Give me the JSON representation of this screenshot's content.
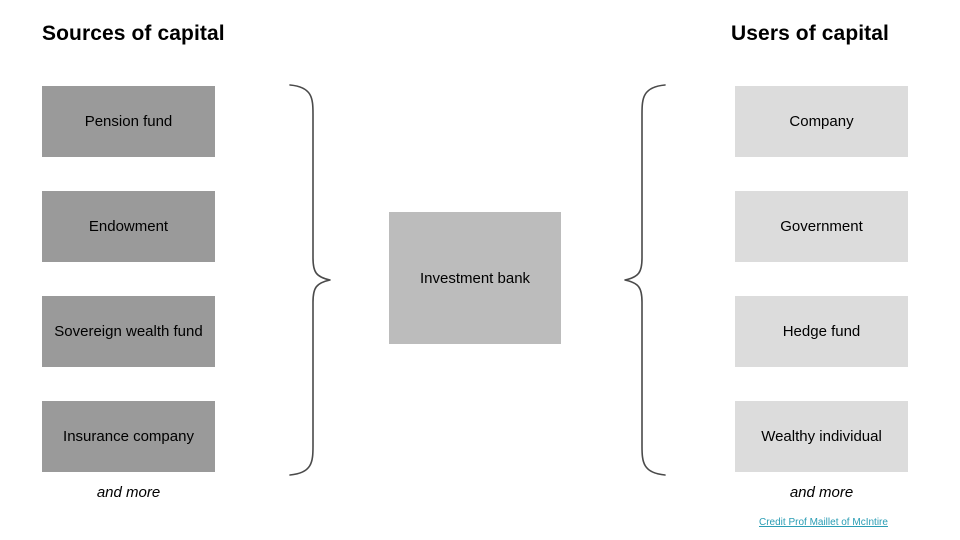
{
  "diagram": {
    "columns": {
      "left": {
        "title": "Sources of capital",
        "footnote": "and more",
        "fill": "#9a9a9a",
        "items": [
          {
            "label": "Pension fund"
          },
          {
            "label": "Endowment"
          },
          {
            "label": "Sovereign wealth fund"
          },
          {
            "label": "Insurance company"
          }
        ]
      },
      "right": {
        "title": "Users of capital",
        "footnote": "and more",
        "fill": "#dcdcdc",
        "items": [
          {
            "label": "Company"
          },
          {
            "label": "Government"
          },
          {
            "label": "Hedge fund"
          },
          {
            "label": "Wealthy individual"
          }
        ]
      }
    },
    "center": {
      "label": "Investment bank",
      "fill": "#bcbcbc"
    },
    "connectors": [
      {
        "name": "left-brace",
        "direction": "points-right"
      },
      {
        "name": "right-brace",
        "direction": "points-left"
      }
    ],
    "credit": {
      "text": "Credit Prof Maillet of McIntire",
      "color": "#2a9db4"
    },
    "background": "#ffffff"
  }
}
